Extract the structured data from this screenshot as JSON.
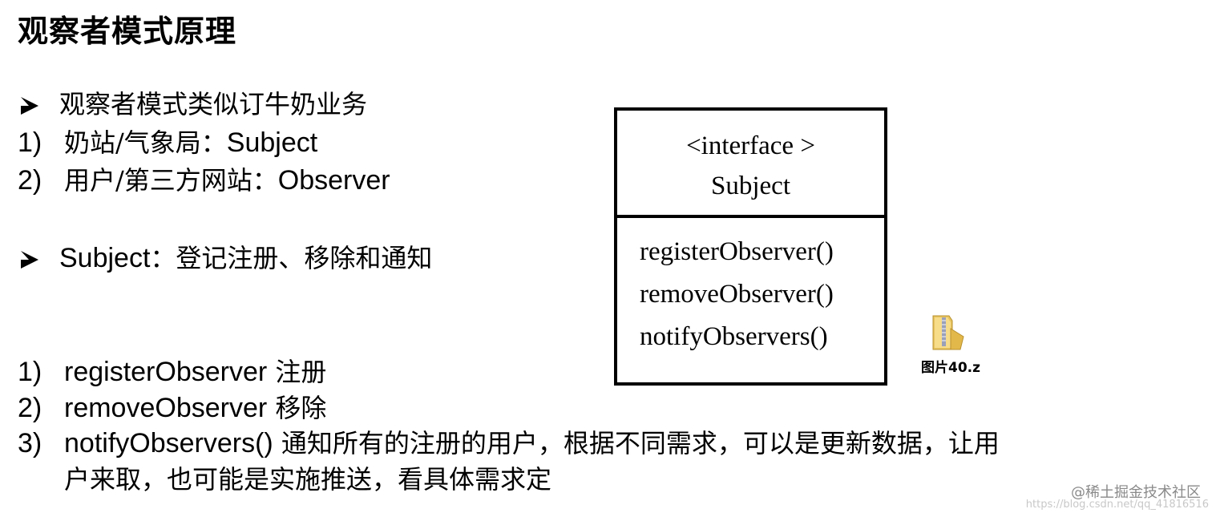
{
  "title": "观察者模式原理",
  "intro": {
    "bullet_text": "观察者模式类似订牛奶业务",
    "items": [
      {
        "num": "1)",
        "cn": "奶站/气象局：",
        "en": "Subject"
      },
      {
        "num": "2)",
        "cn": "用户/第三方网站：",
        "en": "Observer"
      }
    ]
  },
  "subject_section": {
    "bullet_en": "Subject",
    "bullet_cn": "：登记注册、移除和通知"
  },
  "methods": [
    {
      "num": "1)",
      "en": "registerObserver",
      "cn": " 注册"
    },
    {
      "num": "2)",
      "en": "removeObserver",
      "cn": " 移除"
    },
    {
      "num": "3)",
      "en": "notifyObservers()",
      "cn": " 通知所有的注册的用户，根据不同需求，可以是更新数据，让用",
      "cn_cont": "户来取，也可能是实施推送，看具体需求定"
    }
  ],
  "uml": {
    "stereotype": "<interface >",
    "name": "Subject",
    "operations": [
      "registerObserver()",
      "removeObserver()",
      "notifyObservers()"
    ]
  },
  "file": {
    "icon": "zip-folder-icon",
    "label": "图片40.z"
  },
  "watermark": {
    "text": "@稀土掘金技术社区",
    "url": "https://blog.csdn.net/qq_41816516"
  }
}
